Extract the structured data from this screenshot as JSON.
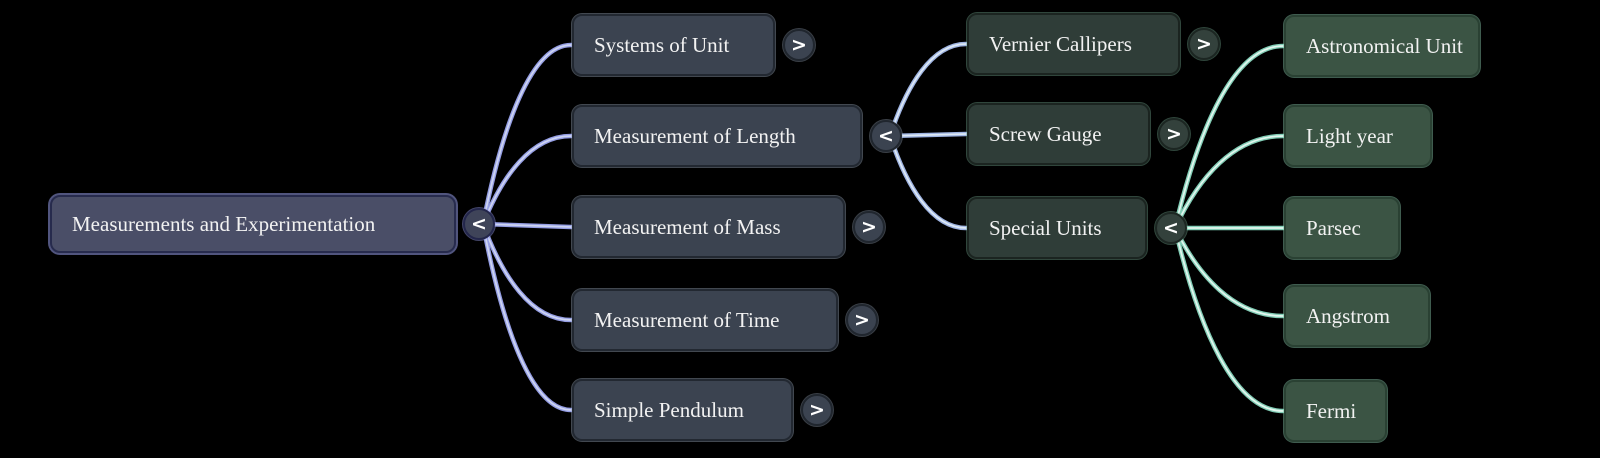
{
  "root": {
    "id": "measurements-and-experimentation",
    "label": "Measurements and Experimentation",
    "toggle": "<"
  },
  "branches": {
    "level2": {
      "line_color": "#959ee4",
      "line_core": "#cdd4f1",
      "nodes": [
        {
          "id": "systems-of-unit",
          "label": "Systems of Unit",
          "toggle": ">"
        },
        {
          "id": "measurement-of-length",
          "label": "Measurement of Length",
          "toggle": "<"
        },
        {
          "id": "measurement-of-mass",
          "label": "Measurement of Mass",
          "toggle": ">"
        },
        {
          "id": "measurement-of-time",
          "label": "Measurement of Time",
          "toggle": ">"
        },
        {
          "id": "simple-pendulum",
          "label": "Simple Pendulum",
          "toggle": ">"
        }
      ]
    },
    "level3": {
      "parent": "measurement-of-length",
      "line_color": "#9fb4e2",
      "line_core": "#dde9f5",
      "nodes": [
        {
          "id": "vernier-callipers",
          "label": "Vernier Callipers",
          "toggle": ">"
        },
        {
          "id": "screw-gauge",
          "label": "Screw Gauge",
          "toggle": ">"
        },
        {
          "id": "special-units",
          "label": "Special Units",
          "toggle": "<"
        }
      ]
    },
    "level4": {
      "parent": "special-units",
      "line_color": "#82cdb6",
      "line_core": "#e2f6ee",
      "nodes": [
        {
          "id": "astronomical-unit",
          "label": "Astronomical Unit"
        },
        {
          "id": "light-year",
          "label": "Light year"
        },
        {
          "id": "parsec",
          "label": "Parsec"
        },
        {
          "id": "angstrom",
          "label": "Angstrom"
        },
        {
          "id": "fermi",
          "label": "Fermi"
        }
      ]
    }
  },
  "colors": {
    "background": "#000000",
    "root_fill": "#4a4e67",
    "level2_fill": "#3b4350",
    "level3_fill": "#2f3d38",
    "level4_fill": "#3b5444",
    "root_button_fill": "#3f4459",
    "level2_button_fill": "#3b4350",
    "level3_button_fill": "#33413c",
    "text": "#f2f2f2"
  }
}
